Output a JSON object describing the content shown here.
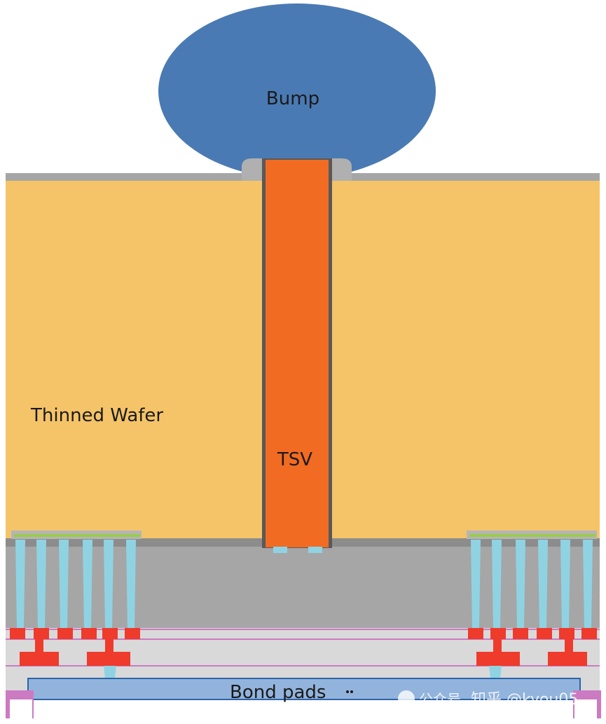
{
  "labels": {
    "bump": "Bump",
    "tsv": "TSV",
    "wafer": "Thinned Wafer",
    "bond_pads": "Bond pads"
  },
  "watermark": {
    "channel_text": "公众号",
    "site_text": "知乎 @kyou05"
  },
  "colors": {
    "bump": "#4a7ab3",
    "tsv_fill": "#f26b22",
    "tsv_liner": "#595959",
    "wafer": "#f5c468",
    "oxide": "#a6a6a6",
    "beol": "#d9d9d9",
    "via": "#8fd3e3",
    "metal": "#ee3b2c",
    "bond_pad": "#92b4dc",
    "pink": "#cc7ac2"
  }
}
